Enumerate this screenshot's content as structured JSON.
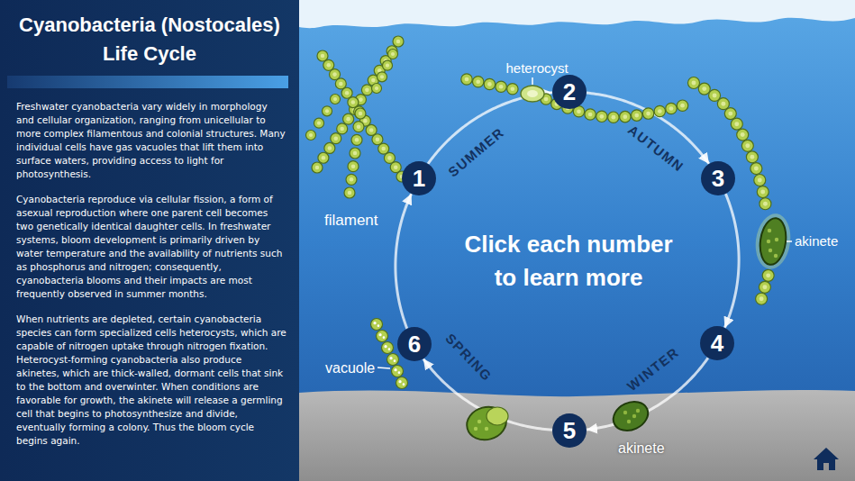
{
  "diagram": {
    "title": "Cyanobacteria (Nostocales) Life Cycle",
    "nodes": [
      {
        "text": [
          "Freshwater cyanobacteria vary widely in morphology and cellular organization, ranging from unicellular to more complex filamentous and colonial structures. Many individual cells have gas vacuoles that lift them into surface waters, providing access to light for photosynthesis.",
          "Cyanobacteria reproduce via cellular fission, a form of asexual reproduction where one parent cell becomes two genetically identical daughter cells. In freshwater systems, bloom development is primarily driven by water temperature and the availability of nutrients such as phosphorus and nitrogen; consequently, cyanobacteria blooms and their impacts are most frequently observed in summer months.",
          "When nutrients are depleted, certain cyanobacteria species can form specialized cells heterocysts, which are capable of nitrogen uptake through nitrogen fixation. Heterocyst-forming cyanobacteria also produce akinetes, which are thick-walled, dormant cells that sink to the bottom and overwinter. When conditions are favorable for growth, the akinete will release a germling cell that begins to photosynthesize and divide, eventually forming a colony. Thus the bloom cycle begins again."
        ]
      },
      {
        "text": [
          "1"
        ]
      },
      {
        "text": [
          "2"
        ]
      },
      {
        "text": [
          "3"
        ]
      },
      {
        "text": [
          "4"
        ]
      },
      {
        "text": [
          "5"
        ]
      },
      {
        "text": [
          "6"
        ]
      }
    ],
    "edges": [
      {
        "from": 1,
        "to": 2,
        "arrow": "to",
        "label": "SUMMER"
      },
      {
        "from": 2,
        "to": 3,
        "arrow": "to",
        "label": "AUTUMN"
      },
      {
        "from": 3,
        "to": 4,
        "arrow": "to"
      },
      {
        "from": 4,
        "to": 5,
        "arrow": "to",
        "label": "WINTER"
      },
      {
        "from": 5,
        "to": 6,
        "arrow": "to",
        "label": "SPRING"
      },
      {
        "from": 6,
        "to": 1,
        "arrow": "to"
      }
    ],
    "labels": [
      "heterocyst",
      "filament",
      "akinete",
      "vacuole",
      "akinete",
      "Click each number to learn more"
    ]
  }
}
